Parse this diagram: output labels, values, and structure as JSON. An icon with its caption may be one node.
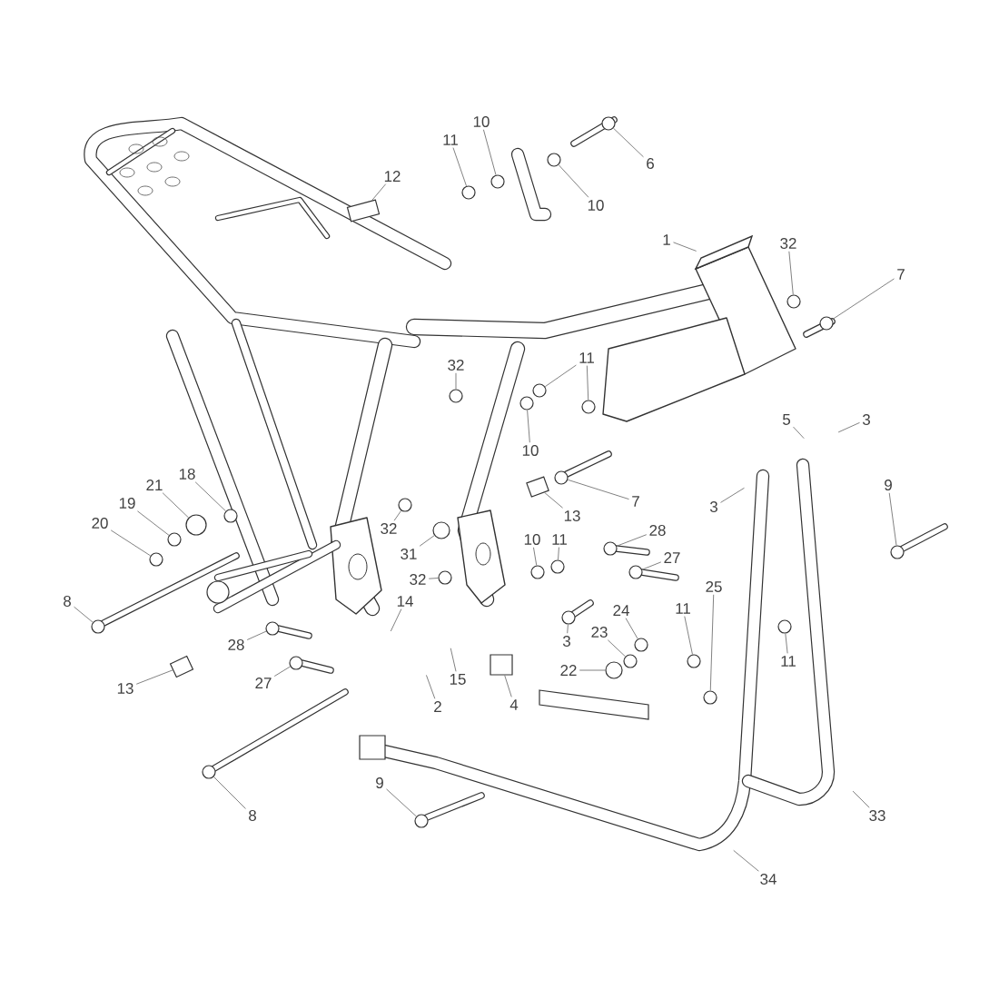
{
  "diagram": {
    "nodes": [
      {
        "text": [
          "10"
        ]
      },
      {
        "text": [
          "11"
        ]
      },
      {
        "text": [
          "6"
        ]
      },
      {
        "text": [
          "12"
        ]
      },
      {
        "text": [
          "10"
        ]
      },
      {
        "text": [
          "1"
        ]
      },
      {
        "text": [
          "32"
        ]
      },
      {
        "text": [
          "7"
        ]
      },
      {
        "text": [
          "11"
        ]
      },
      {
        "text": [
          "32"
        ]
      },
      {
        "text": [
          "3"
        ]
      },
      {
        "text": [
          "5"
        ]
      },
      {
        "text": [
          "10"
        ]
      },
      {
        "text": [
          "18"
        ]
      },
      {
        "text": [
          "21"
        ]
      },
      {
        "text": [
          "9"
        ]
      },
      {
        "text": [
          "19"
        ]
      },
      {
        "text": [
          "7"
        ]
      },
      {
        "text": [
          "3"
        ]
      },
      {
        "text": [
          "13"
        ]
      },
      {
        "text": [
          "20"
        ]
      },
      {
        "text": [
          "32"
        ]
      },
      {
        "text": [
          "28"
        ]
      },
      {
        "text": [
          "10"
        ]
      },
      {
        "text": [
          "11"
        ]
      },
      {
        "text": [
          "31"
        ]
      },
      {
        "text": [
          "27"
        ]
      },
      {
        "text": [
          "32"
        ]
      },
      {
        "text": [
          "25"
        ]
      },
      {
        "text": [
          "8"
        ]
      },
      {
        "text": [
          "14"
        ]
      },
      {
        "text": [
          "11"
        ]
      },
      {
        "text": [
          "24"
        ]
      },
      {
        "text": [
          "23"
        ]
      },
      {
        "text": [
          "3"
        ]
      },
      {
        "text": [
          "28"
        ]
      },
      {
        "text": [
          "11"
        ]
      },
      {
        "text": [
          "22"
        ]
      },
      {
        "text": [
          "15"
        ]
      },
      {
        "text": [
          "27"
        ]
      },
      {
        "text": [
          "13"
        ]
      },
      {
        "text": [
          "4"
        ]
      },
      {
        "text": [
          "2"
        ]
      },
      {
        "text": [
          "9"
        ]
      },
      {
        "text": [
          "33"
        ]
      },
      {
        "text": [
          "8"
        ]
      },
      {
        "text": [
          "34"
        ]
      },
      {
        "text": [],
        "shape": "circle"
      },
      {
        "text": [],
        "shape": "circle"
      },
      {
        "text": [],
        "shape": "circle"
      },
      {
        "text": [],
        "shape": "box"
      },
      {
        "text": [],
        "shape": "circle"
      },
      {
        "text": [],
        "shape": "circle"
      },
      {
        "text": [],
        "shape": "circle"
      },
      {
        "text": [],
        "shape": "circle"
      },
      {
        "text": [],
        "shape": "circle"
      },
      {
        "text": [],
        "shape": "circle"
      },
      {
        "text": [],
        "shape": "circle"
      },
      {
        "text": [],
        "shape": "circle"
      },
      {
        "text": [],
        "shape": "circle"
      },
      {
        "text": [],
        "shape": "circle"
      },
      {
        "text": [],
        "shape": "circle"
      },
      {
        "text": [],
        "shape": "circle"
      },
      {
        "text": [],
        "shape": "box"
      },
      {
        "text": [],
        "shape": "circle"
      },
      {
        "text": [],
        "shape": "circle"
      },
      {
        "text": [],
        "shape": "circle"
      },
      {
        "text": [],
        "shape": "circle"
      },
      {
        "text": [],
        "shape": "circle"
      },
      {
        "text": [],
        "shape": "circle"
      },
      {
        "text": [],
        "shape": "circle"
      },
      {
        "text": [],
        "shape": "circle"
      },
      {
        "text": [],
        "shape": "circle"
      },
      {
        "text": [],
        "shape": "circle"
      },
      {
        "text": [],
        "shape": "circle"
      },
      {
        "text": [],
        "shape": "circle"
      },
      {
        "text": [],
        "shape": "circle"
      },
      {
        "text": [],
        "shape": "circle"
      },
      {
        "text": [],
        "shape": "circle"
      },
      {
        "text": [],
        "shape": "circle"
      },
      {
        "text": [],
        "shape": "circle"
      },
      {
        "text": [],
        "shape": "circle"
      },
      {
        "text": [],
        "shape": "box"
      },
      {
        "text": [],
        "shape": "box"
      },
      {
        "text": [],
        "shape": "circle"
      },
      {
        "text": [],
        "shape": "circle"
      }
    ],
    "edges": [
      {
        "from": 0,
        "to": 47,
        "arrow": "none"
      },
      {
        "from": 1,
        "to": 48,
        "arrow": "none"
      },
      {
        "from": 2,
        "to": 49,
        "arrow": "none"
      },
      {
        "from": 3,
        "to": 50,
        "arrow": "none"
      },
      {
        "from": 4,
        "to": 51,
        "arrow": "none"
      },
      {
        "from": 5,
        "to": null,
        "arrow": "none"
      },
      {
        "from": 6,
        "to": 52,
        "arrow": "none"
      },
      {
        "from": 7,
        "to": 53,
        "arrow": "none"
      },
      {
        "from": 8,
        "to": 54,
        "arrow": "none"
      },
      {
        "from": 8,
        "to": 55,
        "arrow": "none"
      },
      {
        "from": 9,
        "to": 56,
        "arrow": "none"
      },
      {
        "from": 10,
        "to": null,
        "arrow": "none"
      },
      {
        "from": 11,
        "to": null,
        "arrow": "none"
      },
      {
        "from": 12,
        "to": 57,
        "arrow": "none"
      },
      {
        "from": 13,
        "to": 58,
        "arrow": "none"
      },
      {
        "from": 14,
        "to": 59,
        "arrow": "none"
      },
      {
        "from": 15,
        "to": 60,
        "arrow": "none"
      },
      {
        "from": 16,
        "to": 61,
        "arrow": "none"
      },
      {
        "from": 17,
        "to": 62,
        "arrow": "none"
      },
      {
        "from": 18,
        "to": null,
        "arrow": "none"
      },
      {
        "from": 19,
        "to": 63,
        "arrow": "none"
      },
      {
        "from": 20,
        "to": 64,
        "arrow": "none"
      },
      {
        "from": 21,
        "to": 65,
        "arrow": "none"
      },
      {
        "from": 22,
        "to": 66,
        "arrow": "none"
      },
      {
        "from": 23,
        "to": 67,
        "arrow": "none"
      },
      {
        "from": 24,
        "to": 68,
        "arrow": "none"
      },
      {
        "from": 25,
        "to": 69,
        "arrow": "none"
      },
      {
        "from": 26,
        "to": 70,
        "arrow": "none"
      },
      {
        "from": 27,
        "to": 71,
        "arrow": "none"
      },
      {
        "from": 28,
        "to": 72,
        "arrow": "none"
      },
      {
        "from": 29,
        "to": 73,
        "arrow": "none"
      },
      {
        "from": 30,
        "to": null,
        "arrow": "none"
      },
      {
        "from": 31,
        "to": 74,
        "arrow": "none"
      },
      {
        "from": 32,
        "to": 75,
        "arrow": "none"
      },
      {
        "from": 33,
        "to": 76,
        "arrow": "none"
      },
      {
        "from": 34,
        "to": 77,
        "arrow": "none"
      },
      {
        "from": 35,
        "to": 78,
        "arrow": "none"
      },
      {
        "from": 36,
        "to": 79,
        "arrow": "none"
      },
      {
        "from": 37,
        "to": 80,
        "arrow": "none"
      },
      {
        "from": 38,
        "to": null,
        "arrow": "none"
      },
      {
        "from": 39,
        "to": 81,
        "arrow": "none"
      },
      {
        "from": 40,
        "to": 82,
        "arrow": "none"
      },
      {
        "from": 41,
        "to": 83,
        "arrow": "none"
      },
      {
        "from": 42,
        "to": null,
        "arrow": "none"
      },
      {
        "from": 43,
        "to": 84,
        "arrow": "none"
      },
      {
        "from": 44,
        "to": null,
        "arrow": "none"
      },
      {
        "from": 45,
        "to": 85,
        "arrow": "none"
      },
      {
        "from": 46,
        "to": null,
        "arrow": "none"
      }
    ]
  }
}
